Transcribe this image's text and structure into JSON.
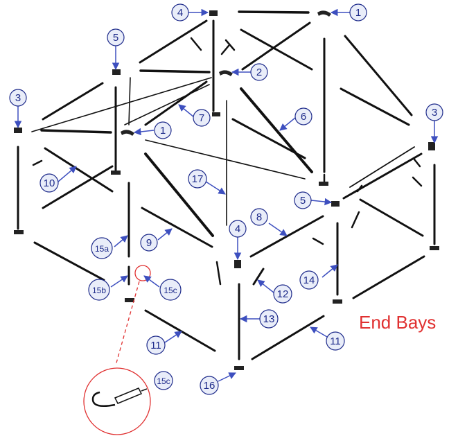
{
  "title": "End Bays",
  "colors": {
    "callout": "#1d2a8a",
    "callout_fill": "#e9edf9",
    "arrow": "#3d4fbf",
    "highlight": "#e03030",
    "pole": "#111111"
  },
  "callouts": [
    {
      "id": "c1a",
      "label": "1"
    },
    {
      "id": "c1b",
      "label": "1"
    },
    {
      "id": "c2",
      "label": "2"
    },
    {
      "id": "c3a",
      "label": "3"
    },
    {
      "id": "c3b",
      "label": "3"
    },
    {
      "id": "c4a",
      "label": "4"
    },
    {
      "id": "c4b",
      "label": "4"
    },
    {
      "id": "c5a",
      "label": "5"
    },
    {
      "id": "c5b",
      "label": "5"
    },
    {
      "id": "c6",
      "label": "6"
    },
    {
      "id": "c7",
      "label": "7"
    },
    {
      "id": "c8",
      "label": "8"
    },
    {
      "id": "c9",
      "label": "9"
    },
    {
      "id": "c10",
      "label": "10"
    },
    {
      "id": "c11a",
      "label": "11"
    },
    {
      "id": "c11b",
      "label": "11"
    },
    {
      "id": "c12",
      "label": "12"
    },
    {
      "id": "c13",
      "label": "13"
    },
    {
      "id": "c14",
      "label": "14"
    },
    {
      "id": "c15a",
      "label": "15a"
    },
    {
      "id": "c15b",
      "label": "15b"
    },
    {
      "id": "c15c",
      "label": "15c"
    },
    {
      "id": "c15c-detail",
      "label": "15c"
    },
    {
      "id": "c16",
      "label": "16"
    },
    {
      "id": "c17",
      "label": "17"
    }
  ]
}
